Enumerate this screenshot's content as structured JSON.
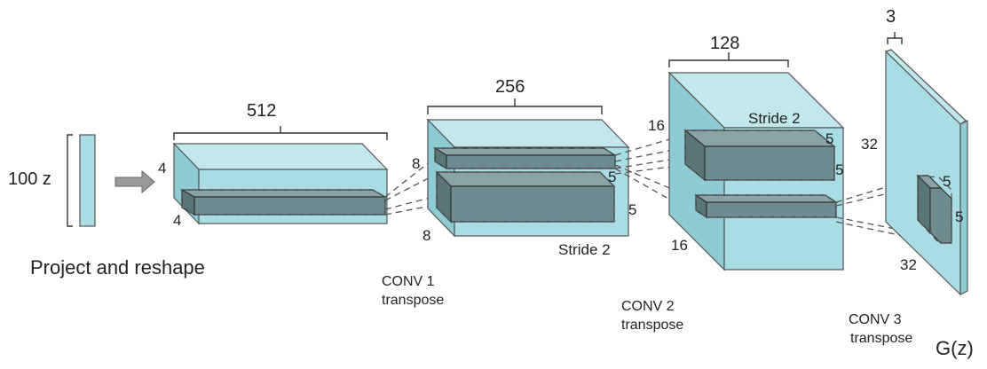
{
  "input": {
    "label": "100 z"
  },
  "project_caption": "Project and reshape",
  "block1": {
    "width_label": "512",
    "height_label": "4",
    "depth_label": "4"
  },
  "block2": {
    "width_label": "256",
    "height_label": "8",
    "depth_label": "8",
    "kernel_a": "5",
    "kernel_b": "5",
    "stride": "Stride 2"
  },
  "block3": {
    "width_label": "128",
    "height_label": "16",
    "depth_label": "16",
    "kernel_a": "5",
    "kernel_b": "5",
    "stride": "Stride 2"
  },
  "block4": {
    "width_label": "3",
    "height_label": "32",
    "depth_label": "32",
    "kernel_a": "5",
    "kernel_b": "5"
  },
  "layers": [
    {
      "name": "CONV 1",
      "sub": "transpose"
    },
    {
      "name": "CONV 2",
      "sub": "transpose"
    },
    {
      "name": "CONV 3",
      "sub": "transpose"
    }
  ],
  "output_label": "G(z)",
  "colors": {
    "tensor": "#a9dde3",
    "kernel": "#6e8c8f"
  }
}
